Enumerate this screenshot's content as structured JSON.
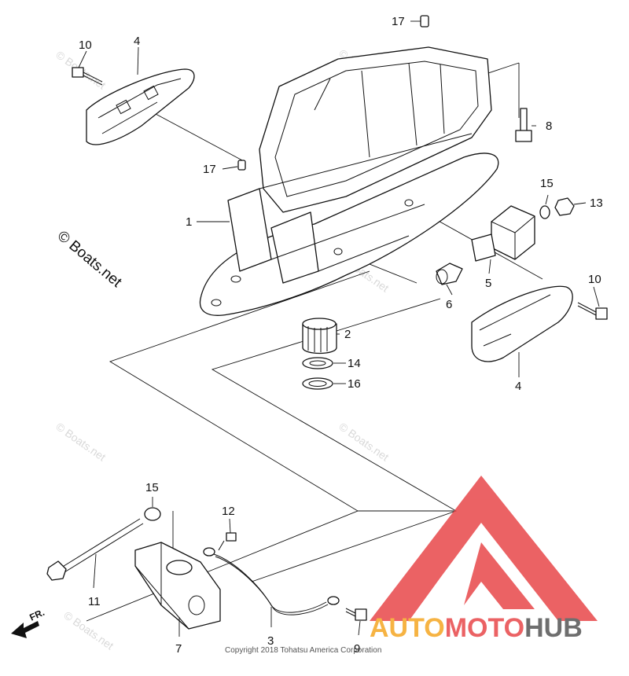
{
  "diagram": {
    "copyright": "Copyright 2018 Tohatsu America Corporation",
    "source_mark": "© Boats.net",
    "watermark_text": "© Boats.net",
    "front_arrow_label": "FR.",
    "callouts": {
      "c1": "1",
      "c2": "2",
      "c3": "3",
      "c4a": "4",
      "c4b": "4",
      "c5": "5",
      "c6": "6",
      "c7": "7",
      "c8": "8",
      "c9": "9",
      "c10a": "10",
      "c10b": "10",
      "c11": "11",
      "c12": "12",
      "c13": "13",
      "c14": "14",
      "c15a": "15",
      "c15b": "15",
      "c16": "16",
      "c17a": "17",
      "c17b": "17"
    }
  },
  "logo": {
    "part1": "AUTO",
    "part2": "MOTO",
    "part3": "HUB",
    "color_red": "#e8474a",
    "color_orange": "#f5a623",
    "color_gray": "#555555"
  }
}
